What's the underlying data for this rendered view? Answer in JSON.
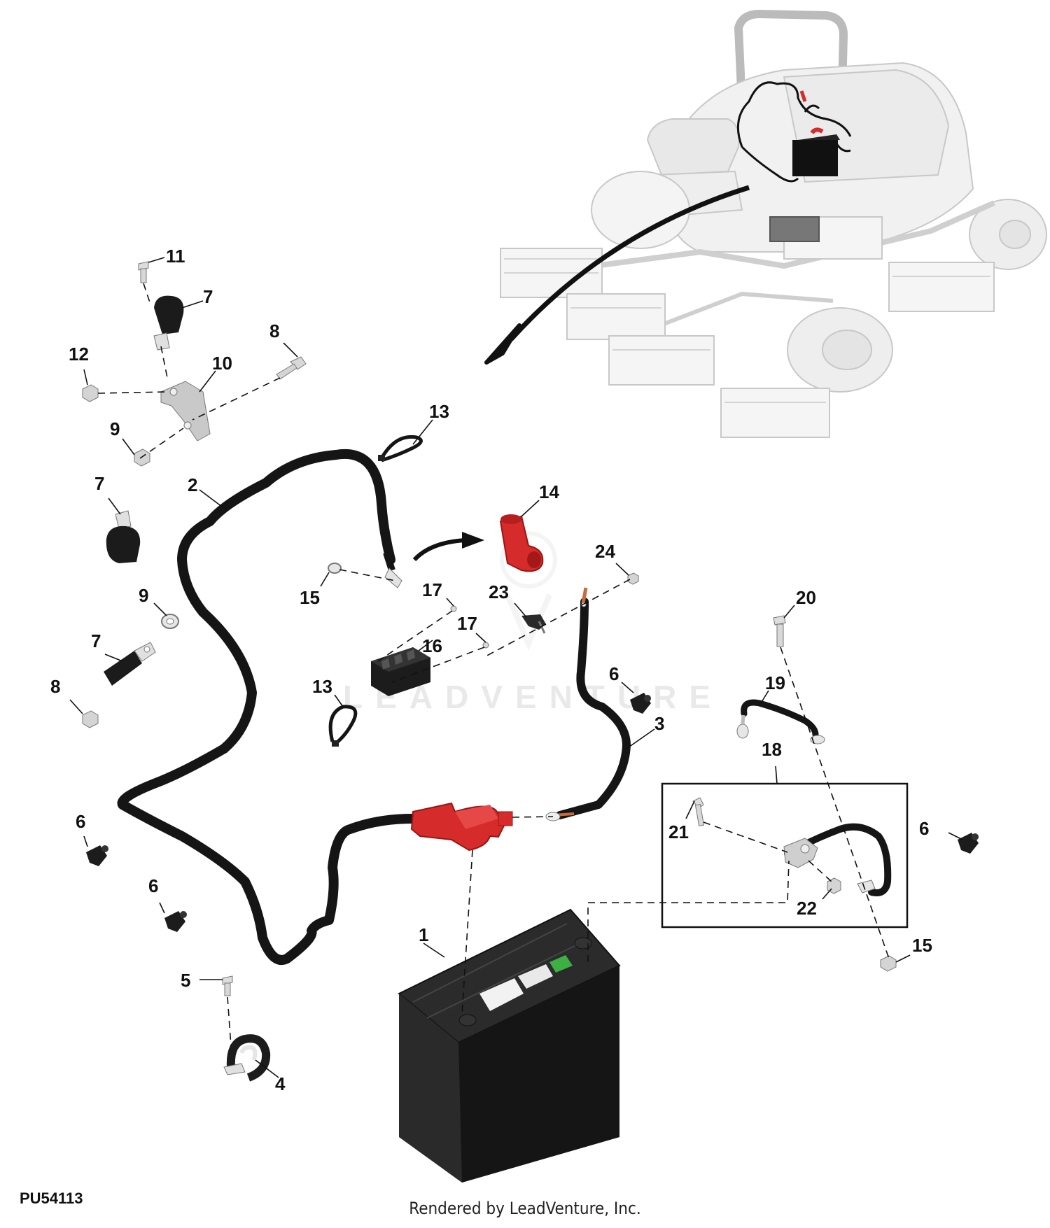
{
  "figure_id": "PU54113",
  "credit": "Rendered by LeadVenture, Inc.",
  "watermark": "LEADVENTURE",
  "colors": {
    "cable": "#1a1a1a",
    "terminal_cover": "#d62b2b",
    "battery": "#1e1e1e",
    "bracket": "#bdbdbd",
    "machine_ghost": "#d8d8d8",
    "label_green": "#3cb043"
  },
  "callouts": [
    "1",
    "2",
    "3",
    "4",
    "5",
    "6",
    "6",
    "6",
    "6",
    "7",
    "7",
    "7",
    "8",
    "8",
    "9",
    "9",
    "10",
    "11",
    "12",
    "13",
    "13",
    "14",
    "15",
    "15",
    "16",
    "17",
    "17",
    "18",
    "19",
    "20",
    "21",
    "22",
    "23",
    "24"
  ]
}
